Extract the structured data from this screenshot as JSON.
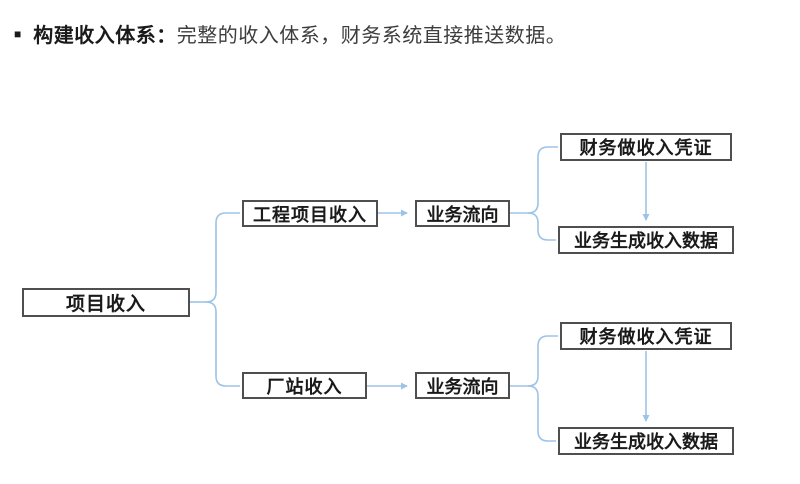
{
  "header": {
    "bullet": "■",
    "title_bold": "构建收入体系：",
    "title_rest": "完整的收入体系，财务系统直接推送数据。"
  },
  "diagram": {
    "nodes": {
      "root": "项目收入",
      "branch_engineering": "工程项目收入",
      "branch_plant": "厂站收入",
      "flow_top": "业务流向",
      "flow_bottom": "业务流向",
      "voucher_top": "财务做收入凭证",
      "data_top": "业务生成收入数据",
      "voucher_bottom": "财务做收入凭证",
      "data_bottom": "业务生成收入数据"
    },
    "colors": {
      "connector": "#9DC3E6",
      "box_border": "#4f4f4f",
      "box_text": "#1a1a1a"
    }
  }
}
